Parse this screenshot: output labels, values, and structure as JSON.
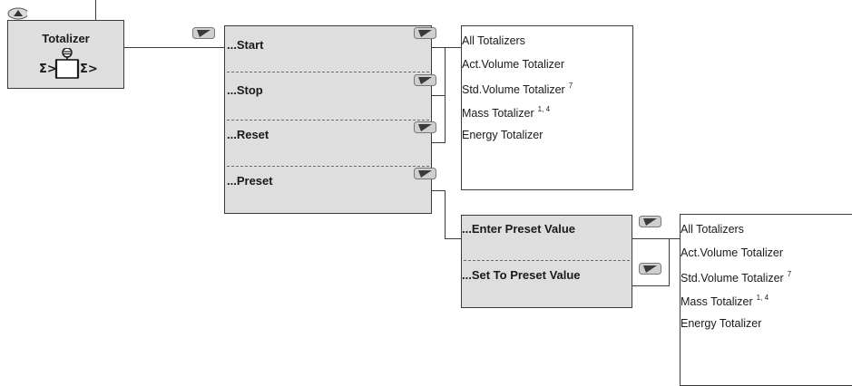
{
  "totalizer_box": {
    "title": "Totalizer",
    "icon_left_symbol": "Σ>",
    "icon_right_symbol": "Σ>",
    "icon": "flowmeter-icon"
  },
  "scroll_up_icon": "triangle-up-icon",
  "nav_icon": "next-arrow-icon",
  "totalizer_menu": {
    "items": [
      {
        "label": "...Start"
      },
      {
        "label": "...Stop"
      },
      {
        "label": "...Reset"
      },
      {
        "label": "...Preset"
      }
    ]
  },
  "totalizer_options": {
    "items": [
      {
        "label": "All Totalizers",
        "note": ""
      },
      {
        "label": "Act.Volume Totalizer",
        "note": ""
      },
      {
        "label": "Std.Volume Totalizer",
        "note": "7"
      },
      {
        "label": "Mass Totalizer",
        "note": "1, 4"
      },
      {
        "label": "Energy Totalizer",
        "note": ""
      }
    ]
  },
  "preset_menu": {
    "items": [
      {
        "label": "...Enter Preset Value"
      },
      {
        "label": "...Set To Preset Value"
      }
    ]
  },
  "preset_options": {
    "items": [
      {
        "label": "All Totalizers",
        "note": ""
      },
      {
        "label": "Act.Volume Totalizer",
        "note": ""
      },
      {
        "label": "Std.Volume Totalizer",
        "note": "7"
      },
      {
        "label": "Mass Totalizer",
        "note": "1, 4"
      },
      {
        "label": "Energy Totalizer",
        "note": ""
      }
    ]
  }
}
